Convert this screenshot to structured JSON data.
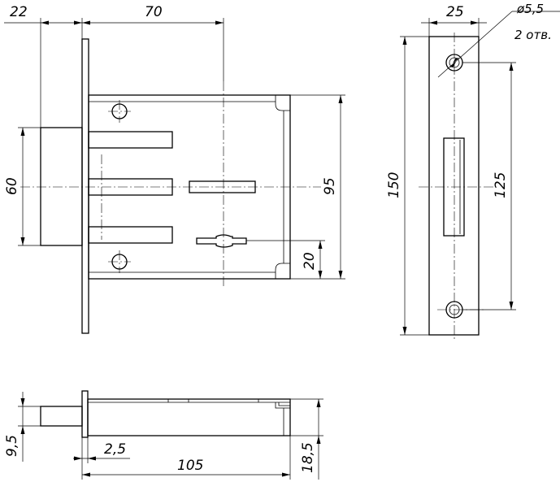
{
  "dimensions": {
    "top_left_22": "22",
    "top_70": "70",
    "left_60": "60",
    "right_95": "95",
    "right_20": "20",
    "strike_width_25": "25",
    "hole_diameter": "ø5,5",
    "hole_count": "2 отв.",
    "strike_height_150": "150",
    "strike_inner_125": "125",
    "side_9_5": "9,5",
    "side_2_5": "2,5",
    "side_105": "105",
    "side_18_5": "18,5"
  }
}
